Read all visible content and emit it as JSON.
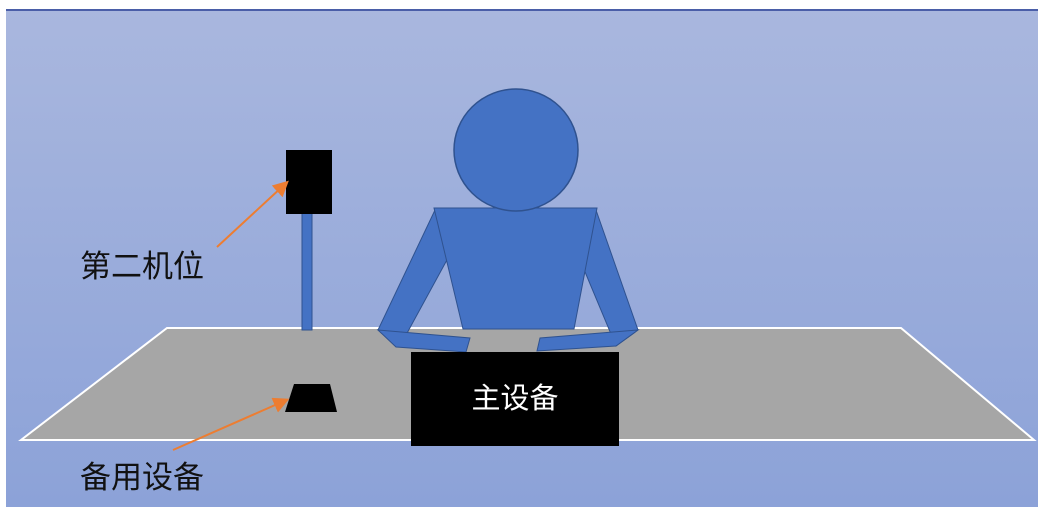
{
  "labels": {
    "second_camera": "第二机位",
    "backup_device": "备用设备",
    "main_device": "主设备"
  },
  "colors": {
    "background_top": "#a9b7de",
    "background_bottom": "#8ca2d8",
    "top_border": "#4a5ea8",
    "table": "#a6a6a6",
    "table_edge": "#ffffff",
    "person": "#4472c4",
    "person_outline": "#2f528f",
    "device": "#000000",
    "arrow": "#ed7d31"
  }
}
